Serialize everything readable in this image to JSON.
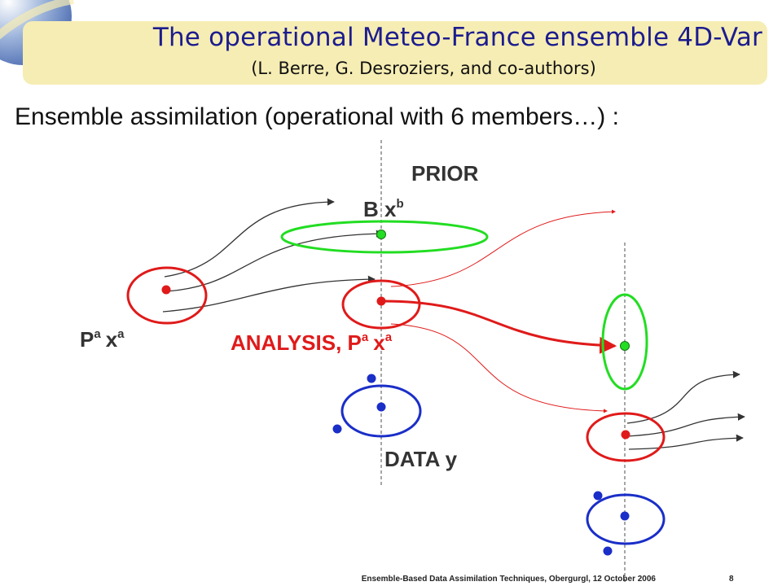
{
  "header": {
    "title": "The operational Meteo-France ensemble 4D-Var",
    "subtitle": "(L. Berre, G. Desroziers, and co-authors)"
  },
  "slide": {
    "heading": "Ensemble assimilation (operational with 6 members…) :"
  },
  "diagram": {
    "labels": {
      "prior": "PRIOR",
      "prior_b": "B",
      "prior_x": "x",
      "prior_x_sup": "b",
      "analysis_prev_p": "P",
      "analysis_prev_p_sup": "a",
      "analysis_prev_x": "x",
      "analysis_prev_x_sup": "a",
      "analysis_main": "ANALYSIS,",
      "analysis_p": "P",
      "analysis_p_sup": "a",
      "analysis_x": "x",
      "analysis_x_sup": "a",
      "data": "DATA y"
    },
    "colors": {
      "background_error": "#22dd22",
      "analysis": "#e01a1a",
      "observation": "#1a2ec8",
      "trajectory": "#333333",
      "axis": "#777777",
      "header_text": "#1c1c8e",
      "banner": "#f6edb4"
    }
  },
  "footer": {
    "text": "Ensemble-Based Data Assimilation Techniques, Obergurgl, 12 October 2006",
    "page": "8"
  }
}
